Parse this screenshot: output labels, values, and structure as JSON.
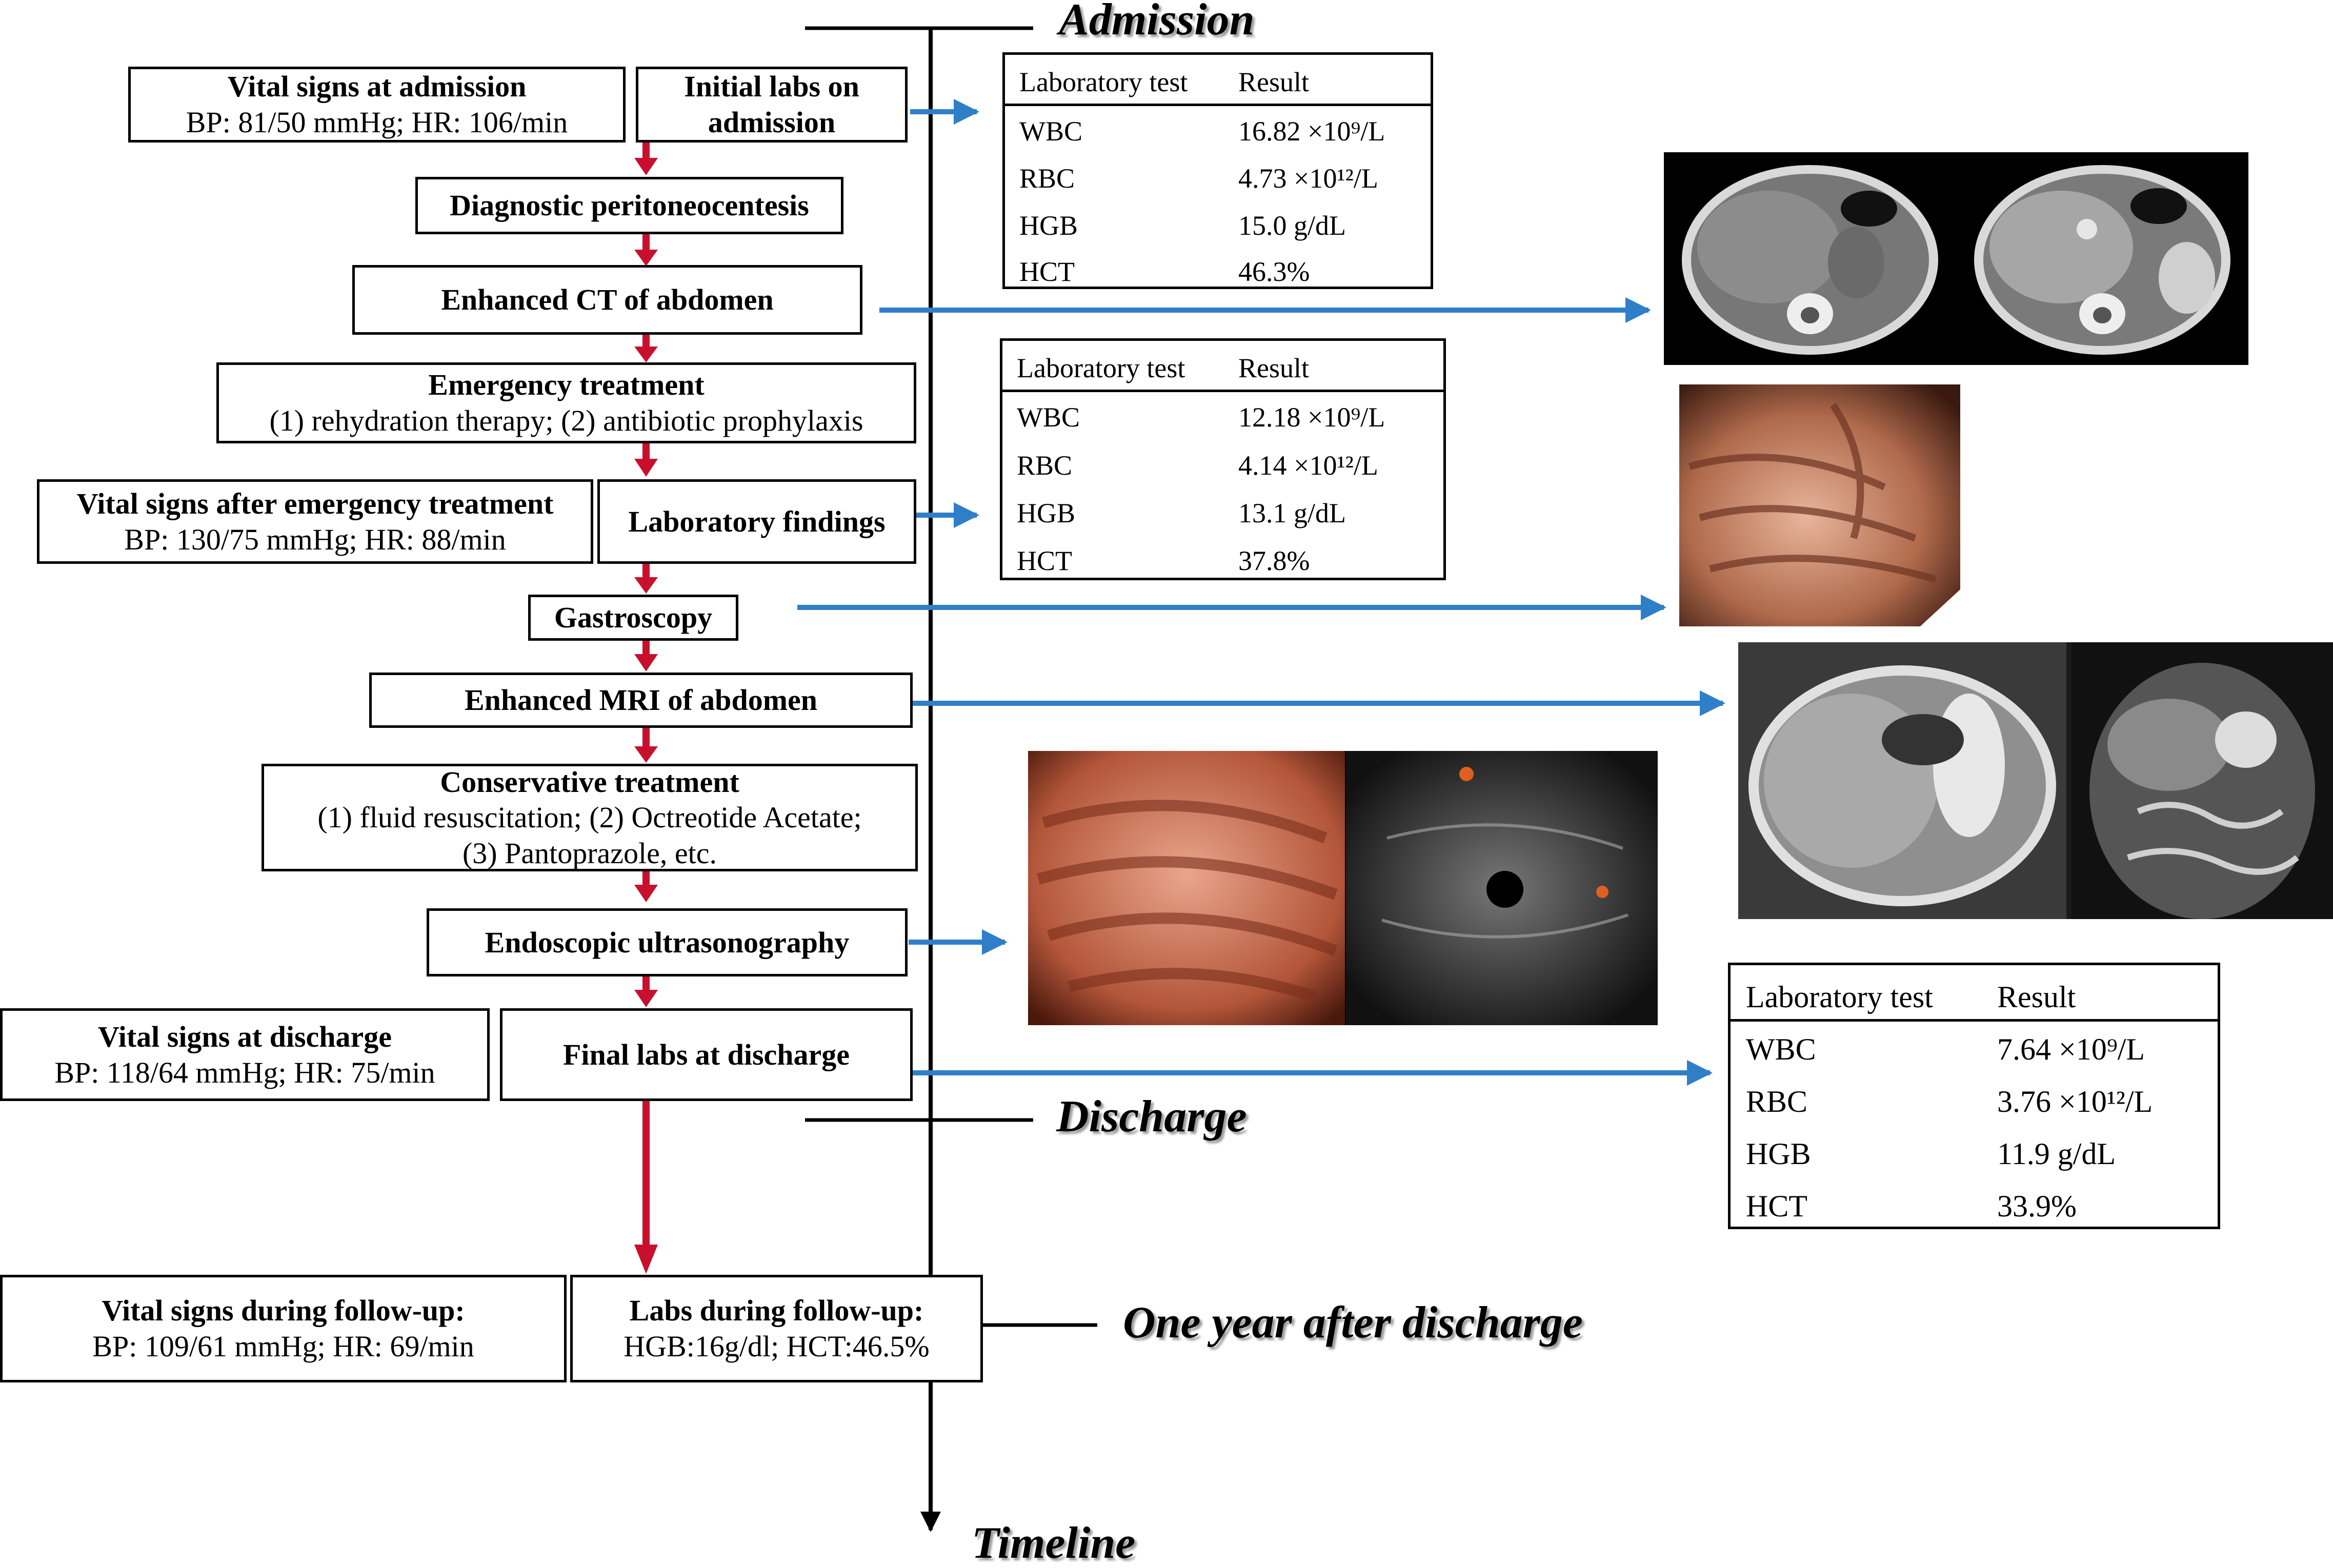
{
  "timeline": {
    "admission": "Admission",
    "discharge": "Discharge",
    "followup": "One year after discharge",
    "axis": "Timeline"
  },
  "steps": {
    "vitals_admission": {
      "title": "Vital signs at admission",
      "value": "BP: 81/50 mmHg;  HR: 106/min"
    },
    "initial_labs": {
      "line1": "Initial labs on",
      "line2": "admission"
    },
    "peritoneocentesis": "Diagnostic peritoneocentesis",
    "ct": "Enhanced CT of abdomen",
    "emergency": {
      "title": "Emergency treatment",
      "detail": "(1) rehydration therapy;  (2) antibiotic prophylaxis"
    },
    "vitals_emergency": {
      "title": "Vital signs after emergency treatment",
      "value": "BP: 130/75 mmHg;  HR: 88/min"
    },
    "lab_findings": "Laboratory findings",
    "gastroscopy": "Gastroscopy",
    "mri": "Enhanced MRI of abdomen",
    "conservative": {
      "title": "Conservative treatment",
      "line1": "(1) fluid resuscitation; (2) Octreotide Acetate;",
      "line2": "(3) Pantoprazole, etc."
    },
    "eus": "Endoscopic ultrasonography",
    "vitals_discharge": {
      "title": "Vital signs at discharge",
      "value": "BP: 118/64 mmHg;  HR: 75/min"
    },
    "final_labs": "Final labs at discharge",
    "vitals_followup": {
      "title": "Vital signs during follow-up:",
      "value": "BP: 109/61 mmHg;  HR: 69/min"
    },
    "labs_followup": {
      "title": "Labs during follow-up:",
      "value": "HGB:16g/dl;  HCT:46.5%"
    }
  },
  "lab_tables": [
    {
      "header": [
        "Laboratory test",
        "Result"
      ],
      "rows": [
        [
          "WBC",
          "16.82 ×10⁹/L"
        ],
        [
          "RBC",
          "4.73 ×10¹²/L"
        ],
        [
          "HGB",
          "15.0 g/dL"
        ],
        [
          "HCT",
          "46.3%"
        ]
      ]
    },
    {
      "header": [
        "Laboratory test",
        "Result"
      ],
      "rows": [
        [
          "WBC",
          "12.18 ×10⁹/L"
        ],
        [
          "RBC",
          "4.14 ×10¹²/L"
        ],
        [
          "HGB",
          "13.1 g/dL"
        ],
        [
          "HCT",
          "37.8%"
        ]
      ]
    },
    {
      "header": [
        "Laboratory test",
        "Result"
      ],
      "rows": [
        [
          "WBC",
          "7.64 ×10⁹/L"
        ],
        [
          "RBC",
          "3.76 ×10¹²/L"
        ],
        [
          "HGB",
          "11.9 g/dL"
        ],
        [
          "HCT",
          "33.9%"
        ]
      ]
    }
  ],
  "colors": {
    "flow_arrow": "#c8102e",
    "link_arrow": "#2f7fc8",
    "line": "#000000"
  }
}
